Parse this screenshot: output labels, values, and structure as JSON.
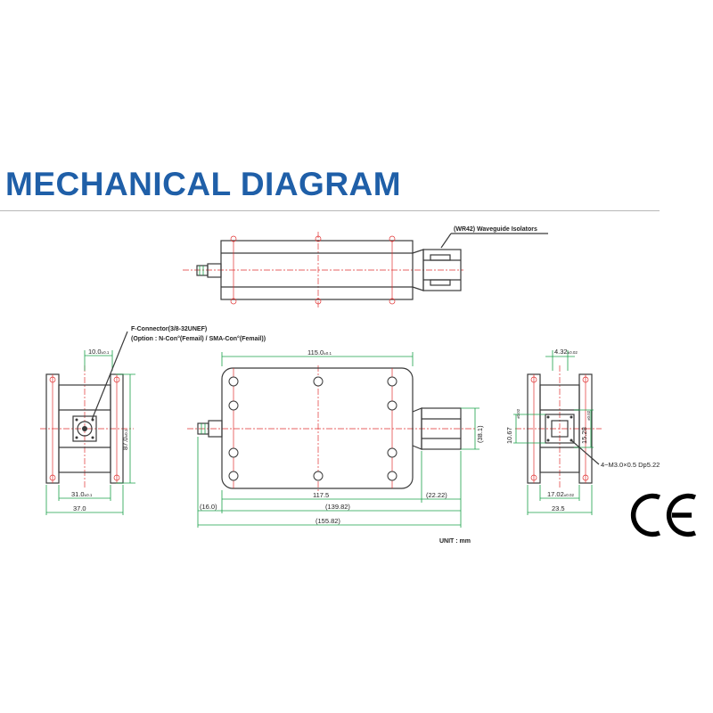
{
  "title": "MECHANICAL DIAGRAM",
  "labels": {
    "waveguide": "(WR42) Waveguide Isolators",
    "connector": "F-Connector(3/8-32UNEF)",
    "option": "(Option : N-Con°(Femail) / SMA-Con°(Femail))",
    "unit": "UNIT : mm",
    "ce": "CE"
  },
  "dimensions": {
    "left_view": {
      "top_width": "10.0",
      "top_width_tol": "±0.1",
      "height": "87.0",
      "height_tol": "±0.1",
      "inner_width": "31.0",
      "inner_width_tol": "±0.1",
      "outer_width": "37.0"
    },
    "front_view": {
      "body_length": "115.0",
      "body_length_tol": "±0.1",
      "length": "117.5",
      "flange_length": "(22.22)",
      "connector_length": "(16.0)",
      "body_plus_connector": "(139.82)",
      "overall": "(155.82)",
      "flange_height": "(38.1)"
    },
    "right_view": {
      "top_width": "4.32",
      "top_width_tol": "±0.02",
      "height_left": "10.67",
      "height_left_tol": "±0.02",
      "height_right": "15.28",
      "height_right_tol": "±0.02",
      "inner_width": "17.02",
      "inner_width_tol": "±0.02",
      "outer_width": "23.5",
      "thread_note": "4−M3.0×0.5 Dp5.22"
    }
  }
}
